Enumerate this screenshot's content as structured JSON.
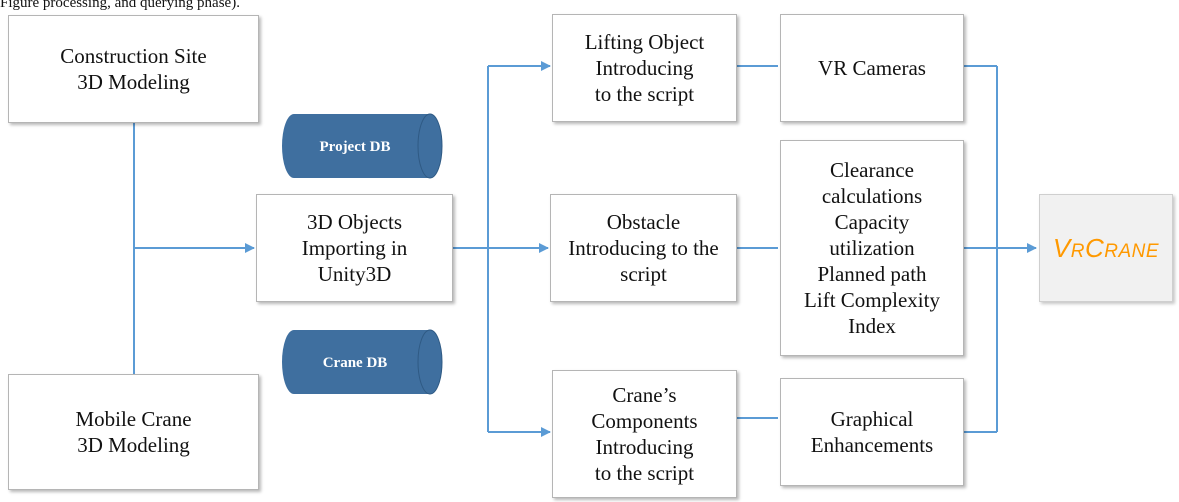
{
  "header_text": "Figure processing, and querying phase).",
  "nodes": {
    "construction_site": [
      "Construction Site",
      "3D Modeling"
    ],
    "mobile_crane": [
      "Mobile Crane",
      "3D Modeling"
    ],
    "importing": [
      "3D Objects",
      "Importing in",
      "Unity3D"
    ],
    "lifting_object": [
      "Lifting Object",
      "Introducing",
      "to the script"
    ],
    "obstacle": [
      "Obstacle",
      "Introducing to the",
      "script"
    ],
    "crane_components": [
      "Crane’s",
      "Components",
      "Introducing",
      "to the script"
    ],
    "vr_cameras": [
      "VR Cameras"
    ],
    "calculations": [
      "Clearance",
      "calculations",
      "Capacity",
      "utilization",
      "Planned path",
      "Lift Complexity",
      "Index"
    ],
    "graphical": [
      "Graphical",
      "Enhancements"
    ]
  },
  "databases": {
    "project_db": "Project DB",
    "crane_db": "Crane DB"
  },
  "output": {
    "label_big_1": "V",
    "label_small_1": "R",
    "label_big_2": "C",
    "label_small_2": "RANE"
  },
  "colors": {
    "connector": "#5b9bd5",
    "database_fill": "#3f6f9f",
    "output_text": "#ff9900",
    "output_fill": "#f1f1f1"
  }
}
